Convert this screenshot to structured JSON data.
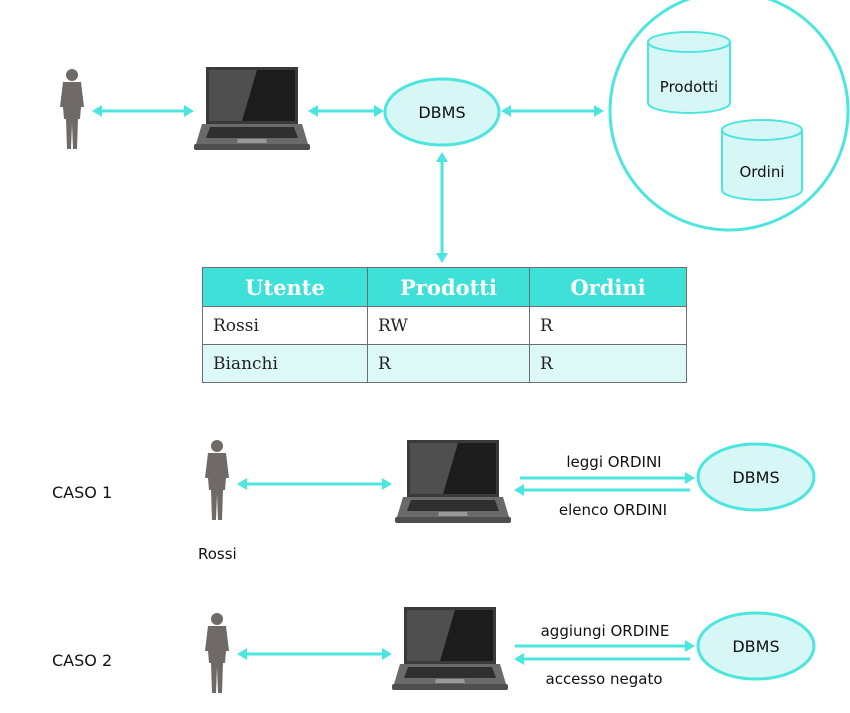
{
  "colors": {
    "accent": "#4de6de",
    "table_header_bg": "#3fe0d8",
    "table_alt_row": "#dcf8f7",
    "person": "#6f6a68",
    "laptop": "#5a5a5a"
  },
  "icons": {
    "user": "person-icon",
    "computer": "laptop-icon",
    "storage": "database-icon"
  },
  "top": {
    "dbms_label": "DBMS",
    "databases": [
      "Prodotti",
      "Ordini"
    ]
  },
  "table": {
    "headers": [
      "Utente",
      "Prodotti",
      "Ordini"
    ],
    "rows": [
      [
        "Rossi",
        "RW",
        "R"
      ],
      [
        "Bianchi",
        "R",
        "R"
      ]
    ]
  },
  "case1": {
    "label": "CASO 1",
    "user_name": "Rossi",
    "request": "leggi ORDINI",
    "response": "elenco ORDINI",
    "dbms_label": "DBMS"
  },
  "case2": {
    "label": "CASO 2",
    "request": "aggiungi ORDINE",
    "response": "accesso negato",
    "dbms_label": "DBMS"
  }
}
